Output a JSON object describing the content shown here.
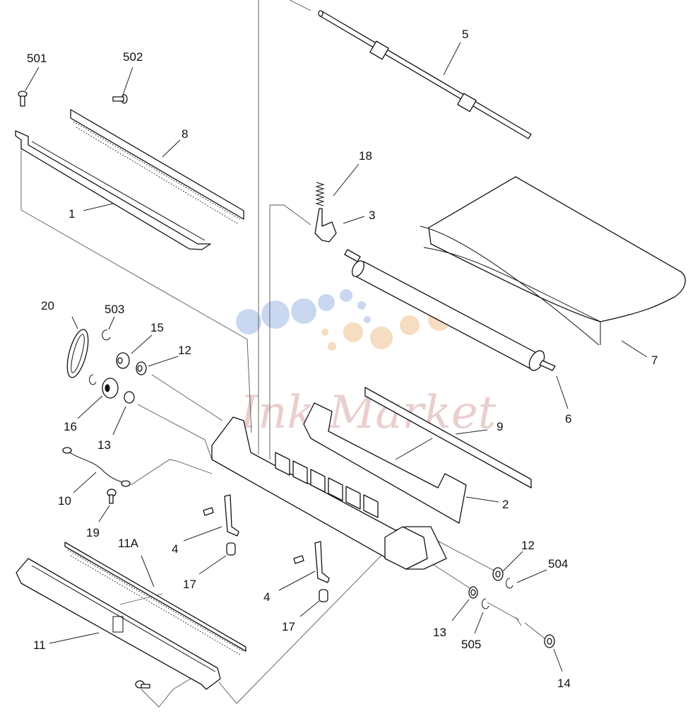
{
  "diagram": {
    "watermark": "Ink-Market",
    "parts": [
      {
        "id": "p501",
        "label": "501"
      },
      {
        "id": "p502",
        "label": "502"
      },
      {
        "id": "p5",
        "label": "5"
      },
      {
        "id": "p8",
        "label": "8"
      },
      {
        "id": "p1",
        "label": "1"
      },
      {
        "id": "p18",
        "label": "18"
      },
      {
        "id": "p3",
        "label": "3"
      },
      {
        "id": "p7",
        "label": "7"
      },
      {
        "id": "p6",
        "label": "6"
      },
      {
        "id": "p20",
        "label": "20"
      },
      {
        "id": "p503",
        "label": "503"
      },
      {
        "id": "p15",
        "label": "15"
      },
      {
        "id": "p12a",
        "label": "12"
      },
      {
        "id": "p16",
        "label": "16"
      },
      {
        "id": "p13a",
        "label": "13"
      },
      {
        "id": "p9",
        "label": "9"
      },
      {
        "id": "p2",
        "label": "2"
      },
      {
        "id": "p10",
        "label": "10"
      },
      {
        "id": "p19",
        "label": "19"
      },
      {
        "id": "p4a",
        "label": "4"
      },
      {
        "id": "p17a",
        "label": "17"
      },
      {
        "id": "p11A",
        "label": "11A"
      },
      {
        "id": "p4b",
        "label": "4"
      },
      {
        "id": "p17b",
        "label": "17"
      },
      {
        "id": "p11",
        "label": "11"
      },
      {
        "id": "p12b",
        "label": "12"
      },
      {
        "id": "p504",
        "label": "504"
      },
      {
        "id": "p13b",
        "label": "13"
      },
      {
        "id": "p505",
        "label": "505"
      },
      {
        "id": "p14",
        "label": "14"
      }
    ]
  }
}
